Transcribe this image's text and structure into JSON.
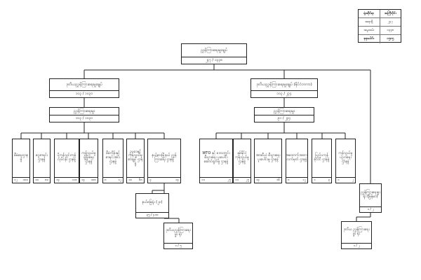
{
  "legend": {
    "header": [
      "ရုံးဆိုင်ရာ",
      "အကြီးပိုင်း"
    ],
    "rows": [
      [
        "အရာရှိ",
        "၂၄၇"
      ],
      [
        "အမှုထမ်း",
        "၁၃၃၈"
      ]
    ],
    "total": [
      "စုစုပေါင်း",
      "၁၅၈၅"
    ]
  },
  "root": {
    "label": "ညွှန်ကြားရေးမှူးချုပ်",
    "count": "၂၄၇ / ၁၃၃၈"
  },
  "branch_left": {
    "label": "ဒုတိယညွှန်ကြားရေးမှူးချုပ်",
    "count": "၁၀၃ / ၁၀၃၀"
  },
  "branch_right": {
    "label": "ဒုတိယညွှန်ကြားရေးမှူးချုပ် (နိုင်ငံတကာ)",
    "count": "၁၀၃ / ၂၃၄"
  },
  "dept_left": {
    "label": "ညွှန်ကြားရေးမှူး",
    "count": "၁၀၃ / ၁၀၃၀"
  },
  "dept_right": {
    "label": "ညွှန်ကြားရေးမှူး",
    "count": "၉၁ / ၂၃၄"
  },
  "left_units": [
    {
      "label": "စီမံရေးဌာနခွဲ",
      "left": "၁၂",
      "right": "၁၈၀"
    },
    {
      "label": "ငွေစာရင်း ဌာနခွဲ",
      "left": "၁၀",
      "right": "၈၀"
    },
    {
      "label": "ပို့ကုန်သွင်းကုန် လုပ်ငန်း ဌာနခွဲ",
      "left": "၁၄",
      "right": "၁၁၈"
    },
    {
      "label": "ကုန်သွယ်မှု ဖွံ့ဖြိုးရေး ဌာနခွဲ",
      "left": "၁၄",
      "right": "၁၈၈"
    },
    {
      "label": "စီမံကိန်းနှင့် စာရင်းအင်း ဌာနခွဲ",
      "left": "၈",
      "right": "၁၂"
    },
    {
      "label": "ဥပဒေနှင့် ကုန်သွယ်မှု စာချုပ် ဌာနခွဲ",
      "left": "၁၀",
      "right": "၆၈"
    },
    {
      "label": "နယ်ဝေးမြို့နယ် ညွှန်ကြားရေး ဌာနခွဲ",
      "left": "၃",
      "right": "၁၄"
    }
  ],
  "sub_office_a": {
    "label": "နယ်မြေရုံး (၂၀)",
    "count": "၃၅ / ၄၁၀"
  },
  "sub_office_b": {
    "label": "ဒုတိယညွှန်ကြားရေးမှူး ရုံး",
    "count": "၁ / ၅"
  },
  "right_units": [
    {
      "label": "WTO နှင့် ဒေသတွင်း စီးပွားရေး ပူးပေါင်း ဆောင်ရွက်မှု ဌာနခွဲ",
      "left": "၁၁",
      "right": "၂၅"
    },
    {
      "label": "နှစ်နိုင်ငံ ကုန်သွယ်မှု ဌာနခွဲ",
      "left": "၁၁",
      "right": "၂၅"
    },
    {
      "label": "အာဆီယံ စီးပွားရေး ပူးပေါင်းမှု ဌာနခွဲ",
      "left": "၁၄",
      "right": "၁၆"
    },
    {
      "label": "အထောက်အထား လက်မှတ် ဌာနခွဲ",
      "left": "၈",
      "right": "၁၂"
    },
    {
      "label": "ပြည်ပကုန် စုံလင် ဌာနခွဲ",
      "left": "၁",
      "right": "၃"
    },
    {
      "label": "ကုန်သွယ်မှု ပညာရေး ဌာနခွဲ",
      "left": "၁",
      "right": "၂"
    }
  ],
  "far_right": {
    "label": "ညွှန်ကြားရေးမှူး ရုံး (မြန်မာ)",
    "count": "၁ / ၂"
  },
  "far_bottom": {
    "label": "ဒုတိယ ညွှန်ကြားရေးမှူး ရုံး",
    "count": "၁ / ၂"
  }
}
